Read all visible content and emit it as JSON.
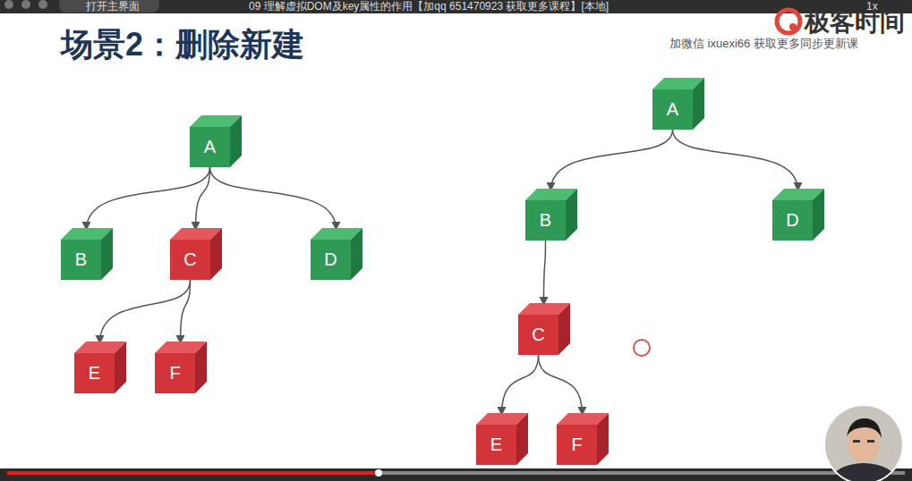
{
  "diagram": {
    "title": "场景2：删除新建",
    "nodes": [
      {
        "text": [
          "A"
        ]
      },
      {
        "text": [
          "B"
        ]
      },
      {
        "text": [
          "C"
        ]
      },
      {
        "text": [
          "D"
        ]
      },
      {
        "text": [
          "E"
        ]
      },
      {
        "text": [
          "F"
        ]
      },
      {
        "text": [
          "A"
        ]
      },
      {
        "text": [
          "B"
        ]
      },
      {
        "text": [
          "D"
        ]
      },
      {
        "text": [
          "C"
        ]
      },
      {
        "text": [
          "E"
        ]
      },
      {
        "text": [
          "F"
        ]
      }
    ],
    "edges": [
      {
        "from": 0,
        "to": 1,
        "arrow": "to"
      },
      {
        "from": 0,
        "to": 2,
        "arrow": "to"
      },
      {
        "from": 0,
        "to": 3,
        "arrow": "to"
      },
      {
        "from": 2,
        "to": 4,
        "arrow": "to"
      },
      {
        "from": 2,
        "to": 5,
        "arrow": "to"
      },
      {
        "from": 6,
        "to": 7,
        "arrow": "to"
      },
      {
        "from": 6,
        "to": 8,
        "arrow": "to"
      },
      {
        "from": 7,
        "to": 9,
        "arrow": "to"
      },
      {
        "from": 9,
        "to": 10,
        "arrow": "to"
      },
      {
        "from": 9,
        "to": 11,
        "arrow": "to"
      }
    ],
    "labels": [
      "打开主界面",
      "09 理解虚拟DOM及key属性的作用【加qq 651470923 获取更多课程】[本地]",
      "1x",
      "极客时间",
      "加微信 ixuexi66 获取更多同步更新课"
    ]
  }
}
